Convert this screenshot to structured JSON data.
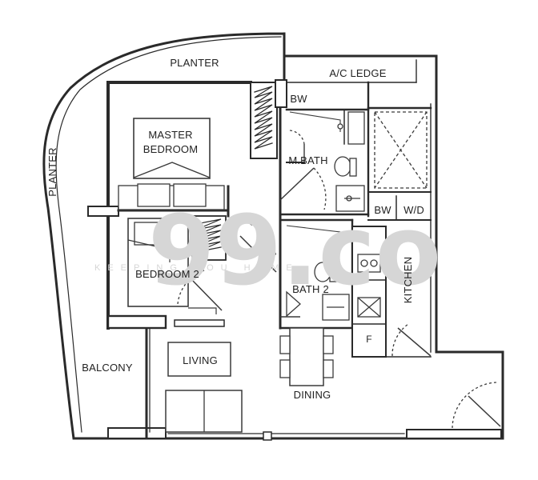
{
  "watermark": {
    "brand": "99.co",
    "tagline": "KEEPING YOU HOME"
  },
  "colors": {
    "wall": "#2a2a2a",
    "line": "#3a3a3a",
    "fill": "#ffffff"
  },
  "rooms": {
    "planter_top": "PLANTER",
    "planter_left": "PLANTER",
    "ac_ledge": "A/C LEDGE",
    "bw_top": "BW",
    "master_line1": "MASTER",
    "master_line2": "BEDROOM",
    "m_bath": "M.BATH",
    "bw_mid": "BW",
    "wd": "W/D",
    "bedroom2": "BEDROOM 2",
    "bath2": "BATH 2",
    "kitchen": "KITCHEN",
    "fridge": "F",
    "living": "LIVING",
    "balcony": "BALCONY",
    "dining": "DINING"
  }
}
